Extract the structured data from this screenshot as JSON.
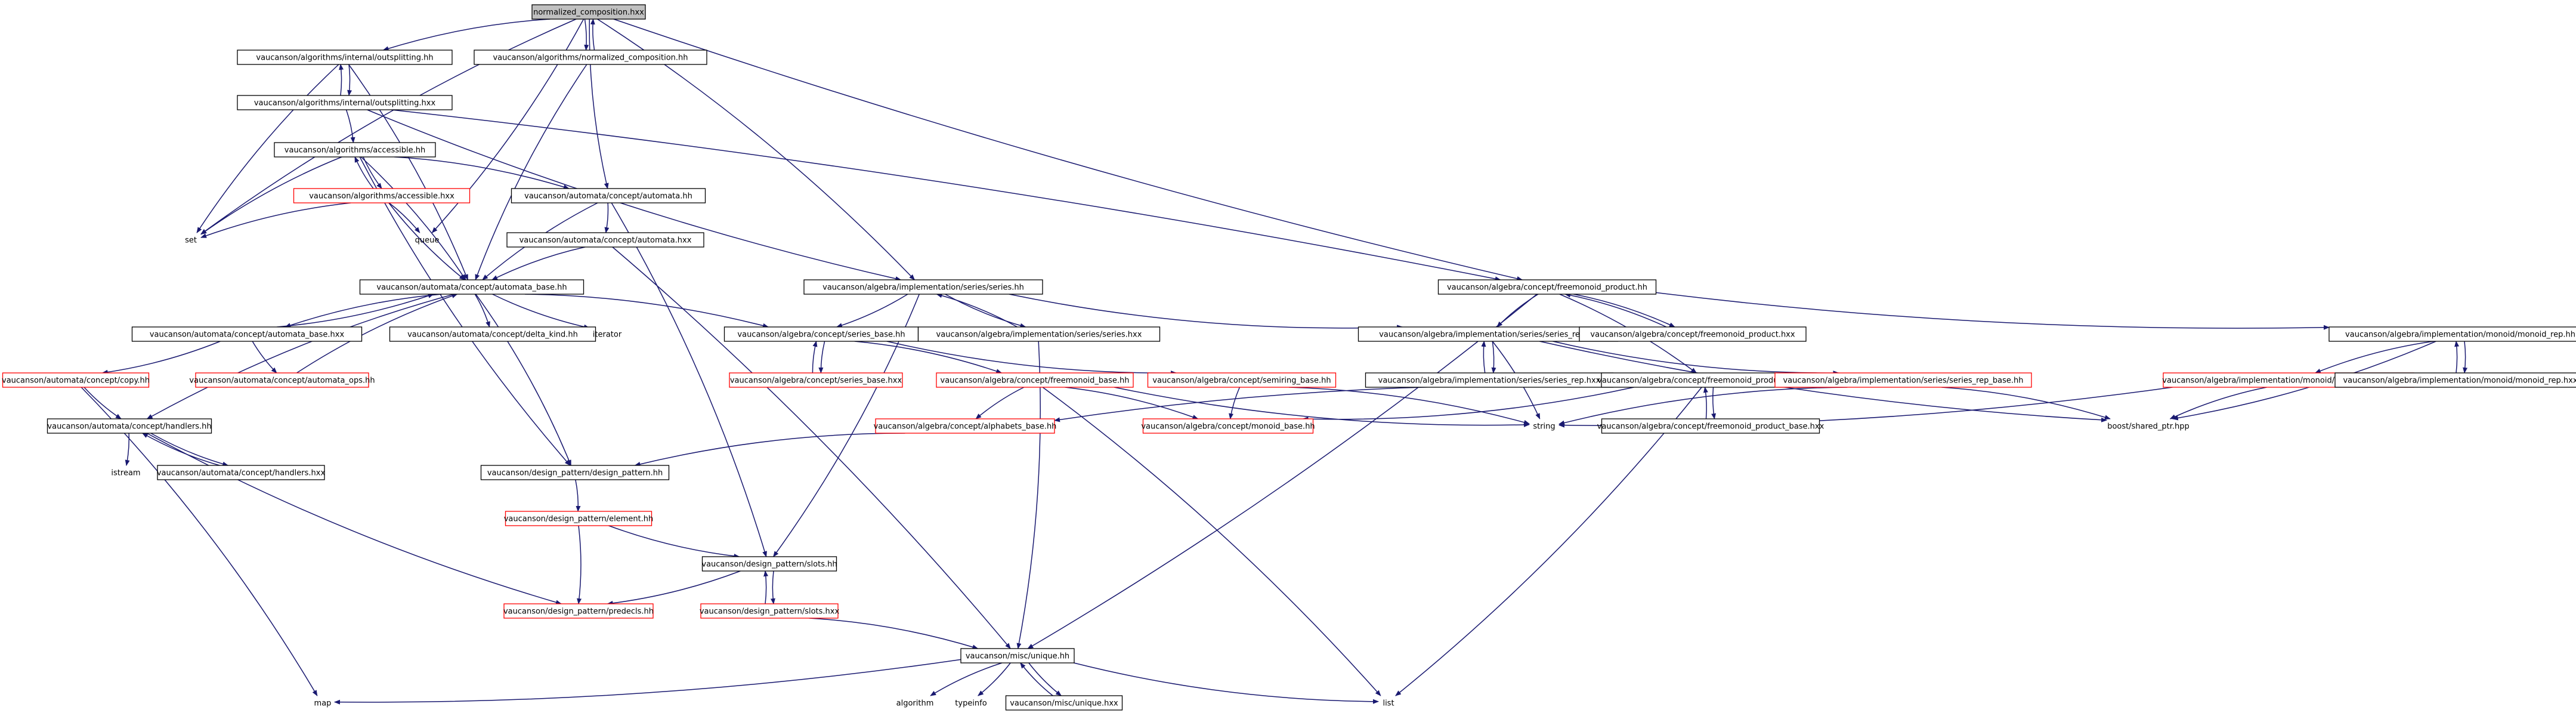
{
  "colors": {
    "edge": "#191970",
    "normal_border": "#000000",
    "broken_border": "#ff0000",
    "root_fill": "#c0c0c0",
    "fill": "#ffffff"
  },
  "nodes": [
    {
      "id": "root",
      "label": "normalized_composition.hxx",
      "style": "root"
    },
    {
      "id": "outsplitting_hh",
      "label": "vaucanson/algorithms/internal/outsplitting.hh",
      "style": "normal"
    },
    {
      "id": "normalized_comp_hh",
      "label": "vaucanson/algorithms/normalized_composition.hh",
      "style": "normal"
    },
    {
      "id": "outsplitting_hxx",
      "label": "vaucanson/algorithms/internal/outsplitting.hxx",
      "style": "normal"
    },
    {
      "id": "accessible_hh",
      "label": "vaucanson/algorithms/accessible.hh",
      "style": "normal"
    },
    {
      "id": "accessible_hxx",
      "label": "vaucanson/algorithms/accessible.hxx",
      "style": "broken"
    },
    {
      "id": "automata_hh",
      "label": "vaucanson/automata/concept/automata.hh",
      "style": "normal"
    },
    {
      "id": "set",
      "label": "set",
      "style": "plain"
    },
    {
      "id": "queue",
      "label": "queue",
      "style": "plain"
    },
    {
      "id": "automata_hxx",
      "label": "vaucanson/automata/concept/automata.hxx",
      "style": "normal"
    },
    {
      "id": "automata_base_hh",
      "label": "vaucanson/automata/concept/automata_base.hh",
      "style": "normal"
    },
    {
      "id": "series_hh",
      "label": "vaucanson/algebra/implementation/series/series.hh",
      "style": "normal"
    },
    {
      "id": "freemonoid_product_hh",
      "label": "vaucanson/algebra/concept/freemonoid_product.hh",
      "style": "normal"
    },
    {
      "id": "automata_base_hxx",
      "label": "vaucanson/automata/concept/automata_base.hxx",
      "style": "normal"
    },
    {
      "id": "delta_kind_hh",
      "label": "vaucanson/automata/concept/delta_kind.hh",
      "style": "normal"
    },
    {
      "id": "iterator",
      "label": "iterator",
      "style": "plain"
    },
    {
      "id": "series_base_hh",
      "label": "vaucanson/algebra/concept/series_base.hh",
      "style": "normal"
    },
    {
      "id": "series_hxx",
      "label": "vaucanson/algebra/implementation/series/series.hxx",
      "style": "normal"
    },
    {
      "id": "series_rep_hh",
      "label": "vaucanson/algebra/implementation/series/series_rep.hh",
      "style": "normal"
    },
    {
      "id": "freemonoid_product_hxx",
      "label": "vaucanson/algebra/concept/freemonoid_product.hxx",
      "style": "normal"
    },
    {
      "id": "monoid_rep_hh",
      "label": "vaucanson/algebra/implementation/monoid/monoid_rep.hh",
      "style": "normal"
    },
    {
      "id": "copy_hh",
      "label": "vaucanson/automata/concept/copy.hh",
      "style": "broken"
    },
    {
      "id": "automata_ops_hh",
      "label": "vaucanson/automata/concept/automata_ops.hh",
      "style": "broken"
    },
    {
      "id": "series_base_hxx",
      "label": "vaucanson/algebra/concept/series_base.hxx",
      "style": "broken"
    },
    {
      "id": "freemonoid_base_hh",
      "label": "vaucanson/algebra/concept/freemonoid_base.hh",
      "style": "broken"
    },
    {
      "id": "semiring_base_hh",
      "label": "vaucanson/algebra/concept/semiring_base.hh",
      "style": "broken"
    },
    {
      "id": "series_rep_hxx",
      "label": "vaucanson/algebra/implementation/series/series_rep.hxx",
      "style": "normal"
    },
    {
      "id": "freemonoid_product_base_hh",
      "label": "vaucanson/algebra/concept/freemonoid_product_base.hh",
      "style": "normal"
    },
    {
      "id": "series_rep_base_hh",
      "label": "vaucanson/algebra/implementation/series/series_rep_base.hh",
      "style": "broken"
    },
    {
      "id": "monoid_rep_base_hh",
      "label": "vaucanson/algebra/implementation/monoid/monoid_rep_base.hh",
      "style": "broken"
    },
    {
      "id": "monoid_rep_hxx",
      "label": "vaucanson/algebra/implementation/monoid/monoid_rep.hxx",
      "style": "normal"
    },
    {
      "id": "handlers_hh",
      "label": "vaucanson/automata/concept/handlers.hh",
      "style": "normal"
    },
    {
      "id": "alphabets_base_hh",
      "label": "vaucanson/algebra/concept/alphabets_base.hh",
      "style": "broken"
    },
    {
      "id": "monoid_base_hh",
      "label": "vaucanson/algebra/concept/monoid_base.hh",
      "style": "broken"
    },
    {
      "id": "string",
      "label": "string",
      "style": "plain"
    },
    {
      "id": "freemonoid_product_base_hxx",
      "label": "vaucanson/algebra/concept/freemonoid_product_base.hxx",
      "style": "normal"
    },
    {
      "id": "shared_ptr",
      "label": "boost/shared_ptr.hpp",
      "style": "plain"
    },
    {
      "id": "istream",
      "label": "istream",
      "style": "plain"
    },
    {
      "id": "handlers_hxx",
      "label": "vaucanson/automata/concept/handlers.hxx",
      "style": "normal"
    },
    {
      "id": "design_pattern_hh",
      "label": "vaucanson/design_pattern/design_pattern.hh",
      "style": "normal"
    },
    {
      "id": "element_hh",
      "label": "vaucanson/design_pattern/element.hh",
      "style": "broken"
    },
    {
      "id": "slots_hh",
      "label": "vaucanson/design_pattern/slots.hh",
      "style": "normal"
    },
    {
      "id": "predecls_hh",
      "label": "vaucanson/design_pattern/predecls.hh",
      "style": "broken"
    },
    {
      "id": "slots_hxx",
      "label": "vaucanson/design_pattern/slots.hxx",
      "style": "broken"
    },
    {
      "id": "unique_hh",
      "label": "vaucanson/misc/unique.hh",
      "style": "normal"
    },
    {
      "id": "map",
      "label": "map",
      "style": "plain"
    },
    {
      "id": "algorithm",
      "label": "algorithm",
      "style": "plain"
    },
    {
      "id": "typeinfo",
      "label": "typeinfo",
      "style": "plain"
    },
    {
      "id": "unique_hxx",
      "label": "vaucanson/misc/unique.hxx",
      "style": "normal"
    },
    {
      "id": "list",
      "label": "list",
      "style": "plain"
    }
  ],
  "edges": [
    [
      "root",
      "outsplitting_hh"
    ],
    [
      "root",
      "normalized_comp_hh"
    ],
    [
      "root",
      "set"
    ],
    [
      "root",
      "queue"
    ],
    [
      "root",
      "automata_hh"
    ],
    [
      "root",
      "series_hh"
    ],
    [
      "root",
      "freemonoid_product_hh"
    ],
    [
      "normalized_comp_hh",
      "root"
    ],
    [
      "normalized_comp_hh",
      "automata_base_hh"
    ],
    [
      "outsplitting_hh",
      "outsplitting_hxx"
    ],
    [
      "outsplitting_hh",
      "set"
    ],
    [
      "outsplitting_hh",
      "automata_base_hh"
    ],
    [
      "outsplitting_hxx",
      "outsplitting_hh"
    ],
    [
      "outsplitting_hxx",
      "accessible_hh"
    ],
    [
      "outsplitting_hxx",
      "series_hh"
    ],
    [
      "outsplitting_hxx",
      "freemonoid_product_hh"
    ],
    [
      "accessible_hh",
      "accessible_hxx"
    ],
    [
      "accessible_hh",
      "automata_hh"
    ],
    [
      "accessible_hh",
      "set"
    ],
    [
      "accessible_hh",
      "automata_base_hh"
    ],
    [
      "accessible_hh",
      "design_pattern_hh"
    ],
    [
      "accessible_hxx",
      "accessible_hh"
    ],
    [
      "accessible_hxx",
      "set"
    ],
    [
      "accessible_hxx",
      "queue"
    ],
    [
      "accessible_hxx",
      "automata_base_hh"
    ],
    [
      "automata_hh",
      "automata_hxx"
    ],
    [
      "automata_hh",
      "automata_base_hh"
    ],
    [
      "automata_hh",
      "slots_hh"
    ],
    [
      "automata_hxx",
      "automata_base_hh"
    ],
    [
      "automata_hxx",
      "unique_hh"
    ],
    [
      "automata_base_hh",
      "automata_base_hxx"
    ],
    [
      "automata_base_hh",
      "delta_kind_hh"
    ],
    [
      "automata_base_hh",
      "iterator"
    ],
    [
      "automata_base_hh",
      "series_base_hh"
    ],
    [
      "automata_base_hh",
      "handlers_hh"
    ],
    [
      "automata_base_hh",
      "design_pattern_hh"
    ],
    [
      "automata_base_hxx",
      "automata_base_hh"
    ],
    [
      "automata_base_hxx",
      "copy_hh"
    ],
    [
      "automata_base_hxx",
      "automata_ops_hh"
    ],
    [
      "automata_ops_hh",
      "automata_base_hh"
    ],
    [
      "copy_hh",
      "handlers_hh"
    ],
    [
      "copy_hh",
      "map"
    ],
    [
      "handlers_hh",
      "handlers_hxx"
    ],
    [
      "handlers_hh",
      "istream"
    ],
    [
      "handlers_hh",
      "predecls_hh"
    ],
    [
      "handlers_hxx",
      "handlers_hh"
    ],
    [
      "series_hh",
      "series_hxx"
    ],
    [
      "series_hh",
      "series_base_hh"
    ],
    [
      "series_hh",
      "series_rep_hh"
    ],
    [
      "series_hh",
      "slots_hh"
    ],
    [
      "series_hxx",
      "series_hh"
    ],
    [
      "series_hxx",
      "unique_hh"
    ],
    [
      "series_base_hh",
      "series_base_hxx"
    ],
    [
      "series_base_hh",
      "freemonoid_base_hh"
    ],
    [
      "series_base_hh",
      "semiring_base_hh"
    ],
    [
      "series_base_hxx",
      "series_base_hh"
    ],
    [
      "freemonoid_base_hh",
      "alphabets_base_hh"
    ],
    [
      "freemonoid_base_hh",
      "monoid_base_hh"
    ],
    [
      "freemonoid_base_hh",
      "string"
    ],
    [
      "freemonoid_base_hh",
      "list"
    ],
    [
      "semiring_base_hh",
      "monoid_base_hh"
    ],
    [
      "semiring_base_hh",
      "string"
    ],
    [
      "alphabets_base_hh",
      "design_pattern_hh"
    ],
    [
      "freemonoid_product_hh",
      "freemonoid_product_hxx"
    ],
    [
      "freemonoid_product_hh",
      "series_rep_hh"
    ],
    [
      "freemonoid_product_hh",
      "freemonoid_product_base_hh"
    ],
    [
      "freemonoid_product_hh",
      "monoid_rep_hh"
    ],
    [
      "freemonoid_product_hh",
      "unique_hh"
    ],
    [
      "freemonoid_product_hxx",
      "freemonoid_product_hh"
    ],
    [
      "series_rep_hh",
      "series_rep_hxx"
    ],
    [
      "series_rep_hh",
      "series_rep_base_hh"
    ],
    [
      "series_rep_hh",
      "string"
    ],
    [
      "series_rep_hh",
      "shared_ptr"
    ],
    [
      "series_rep_hxx",
      "series_rep_hh"
    ],
    [
      "series_rep_base_hh",
      "string"
    ],
    [
      "series_rep_base_hh",
      "shared_ptr"
    ],
    [
      "freemonoid_product_base_hh",
      "freemonoid_product_base_hxx"
    ],
    [
      "freemonoid_product_base_hh",
      "monoid_base_hh"
    ],
    [
      "freemonoid_product_base_hh",
      "alphabets_base_hh"
    ],
    [
      "freemonoid_product_base_hh",
      "list"
    ],
    [
      "freemonoid_product_base_hxx",
      "freemonoid_product_base_hh"
    ],
    [
      "monoid_rep_hh",
      "monoid_rep_hxx"
    ],
    [
      "monoid_rep_hh",
      "monoid_rep_base_hh"
    ],
    [
      "monoid_rep_hh",
      "shared_ptr"
    ],
    [
      "monoid_rep_hxx",
      "monoid_rep_hh"
    ],
    [
      "monoid_rep_base_hh",
      "string"
    ],
    [
      "monoid_rep_base_hh",
      "shared_ptr"
    ],
    [
      "design_pattern_hh",
      "element_hh"
    ],
    [
      "element_hh",
      "slots_hh"
    ],
    [
      "element_hh",
      "predecls_hh"
    ],
    [
      "slots_hh",
      "slots_hxx"
    ],
    [
      "slots_hh",
      "predecls_hh"
    ],
    [
      "slots_hxx",
      "slots_hh"
    ],
    [
      "slots_hxx",
      "unique_hh"
    ],
    [
      "unique_hh",
      "unique_hxx"
    ],
    [
      "unique_hh",
      "map"
    ],
    [
      "unique_hh",
      "algorithm"
    ],
    [
      "unique_hh",
      "typeinfo"
    ],
    [
      "unique_hh",
      "list"
    ],
    [
      "unique_hxx",
      "unique_hh"
    ]
  ]
}
